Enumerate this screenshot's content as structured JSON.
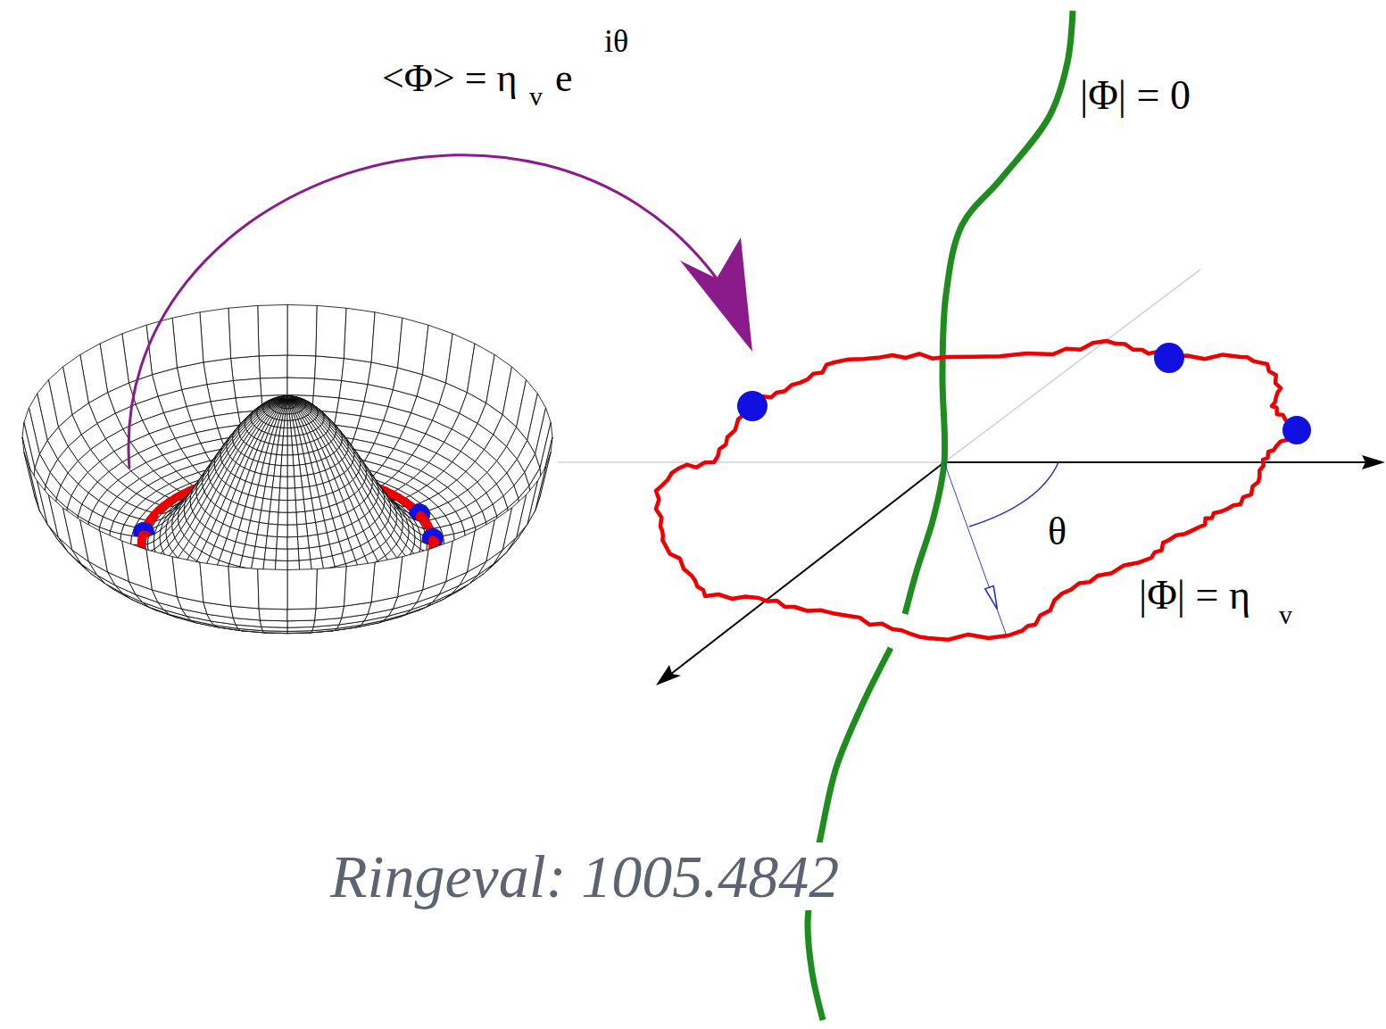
{
  "diagram": {
    "labels": [
      "<Φ> = η",
      "v",
      "e",
      "iθ",
      "|Φ| = 0",
      "θ",
      "|Φ| = η",
      "v",
      "Ringeval: 1005.4842"
    ]
  }
}
